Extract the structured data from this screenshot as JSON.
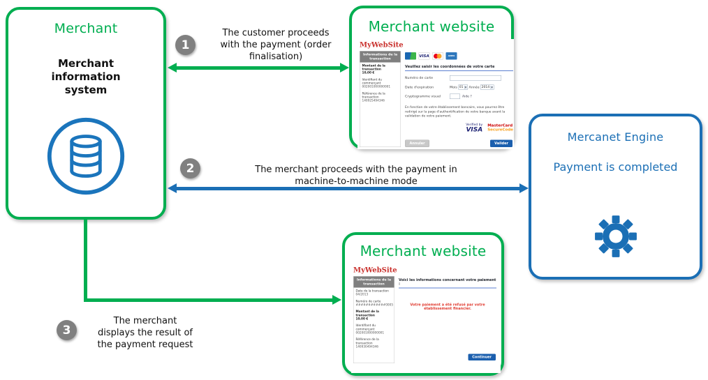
{
  "colors": {
    "green": "#00AE50",
    "blue": "#1B6FB5",
    "step_gray": "#808080",
    "error_red": "#E03C31",
    "logo_red": "#C9302C"
  },
  "merchant_box": {
    "title": "Merchant",
    "subtitle": "Merchant\ninformation\nsystem",
    "icon": "database-icon"
  },
  "mercanet_box": {
    "title": "Mercanet Engine",
    "status": "Payment is completed",
    "icon": "gear-icon"
  },
  "website_box_top": {
    "title": "Merchant website"
  },
  "website_box_bottom": {
    "title": "Merchant website"
  },
  "steps": [
    {
      "number": "1",
      "text": "The customer proceeds\nwith the payment (order\nfinalisation)"
    },
    {
      "number": "2",
      "text": "The merchant proceeds with the payment in\nmachine-to-machine mode"
    },
    {
      "number": "3",
      "text": "The merchant\ndisplays the result of\nthe payment request"
    }
  ],
  "shot_top": {
    "logo": "MyWebSite",
    "sidebar": {
      "header": "Informations de la transaction",
      "items": [
        {
          "label": "Montant de la transaction",
          "value": "10,00 €"
        },
        {
          "label": "Identifiant du commerçant",
          "value": "002001000000001"
        },
        {
          "label": "Référence de la transaction",
          "value": "140925494346"
        }
      ]
    },
    "card_brands": {
      "visa": "VISA",
      "amex": "AMEX"
    },
    "form": {
      "heading": "Veuillez saisir les coordonnées de votre carte",
      "card_number_label": "Numéro de carte",
      "expiry_label": "Date d'expiration",
      "month_label": "Mois",
      "month_value": "01",
      "year_label": "Année",
      "year_value": "2014",
      "cvv_label": "Cryptogramme visuel",
      "cvv_help": "Aide ?",
      "notice": "En fonction de votre établissement bancaire, vous pourrez être redirigé sur la page d'authentification de votre banque avant la validation de votre paiement.",
      "vbv_line1": "Verified by",
      "vbv_line2": "VISA",
      "msc_line1": "MasterCard",
      "msc_line2": "SecureCode",
      "cancel_label": "Annuler",
      "submit_label": "Valider"
    }
  },
  "shot_bottom": {
    "logo": "MyWebSite",
    "sidebar": {
      "header": "Informations de la transaction",
      "items": [
        {
          "label": "Date de la transaction",
          "value": "04/2013"
        },
        {
          "label": "Numéro de carte",
          "value": "############0005"
        },
        {
          "label": "Montant de la transaction",
          "value": "10,00 €"
        },
        {
          "label": "Identifiant du commerçant",
          "value": "002001000000001"
        },
        {
          "label": "Référence de la transaction",
          "value": "140930494346"
        }
      ]
    },
    "heading": "Voici les informations concernant votre paiement :",
    "message": "Votre paiement a été refusé par votre établissement financier.",
    "continue_label": "Continuer"
  }
}
